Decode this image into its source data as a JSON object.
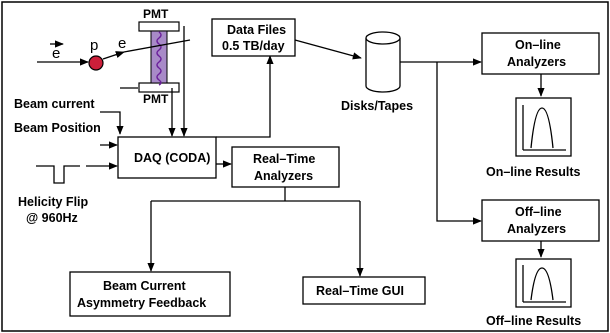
{
  "pmt_top": "PMT",
  "pmt_bottom": "PMT",
  "beam": {
    "electron_in": "e",
    "proton": "p",
    "electron_out": "e"
  },
  "inputs": {
    "beam_current": "Beam current",
    "beam_position": "Beam Position",
    "helicity_line1": "Helicity Flip",
    "helicity_line2": "@ 960Hz"
  },
  "daq": "DAQ (CODA)",
  "data_files": {
    "line1": "Data Files",
    "line2": "0.5 TB/day"
  },
  "disks": "Disks/Tapes",
  "online": {
    "line1": "On–line",
    "line2": "Analyzers",
    "results": "On–line Results"
  },
  "offline": {
    "line1": "Off–line",
    "line2": "Analyzers",
    "results": "Off–line Results"
  },
  "realtime": {
    "line1": "Real–Time",
    "line2": "Analyzers"
  },
  "feedback": {
    "line1": "Beam Current",
    "line2": "Asymmetry Feedback"
  },
  "gui": "Real–Time GUI",
  "colors": {
    "proton": "#cc1f3a",
    "pmt_tube": "#a88ac8",
    "signal_wave": "#8a3fb0"
  }
}
